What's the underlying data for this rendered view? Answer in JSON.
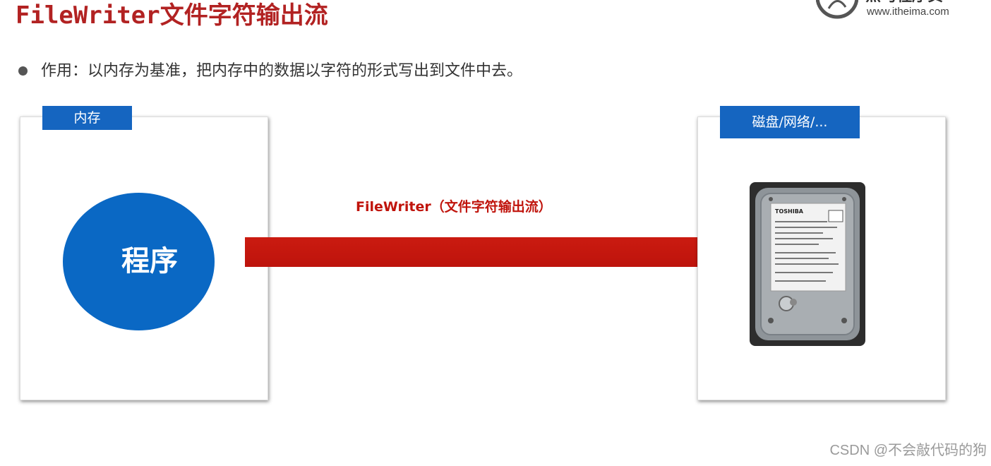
{
  "header": {
    "title": "FileWriter文件字符输出流",
    "logo_name": "黑马程序员",
    "logo_url": "www.itheima.com"
  },
  "bullet": {
    "text": "作用：以内存为基准，把内存中的数据以字符的形式写出到文件中去。"
  },
  "diagram": {
    "left_tag": "内存",
    "program_label": "程序",
    "arrow_label": "FileWriter（文件字符输出流）",
    "right_tag": "磁盘/网络/...",
    "disk_brand": "TOSHIBA"
  },
  "watermark": "CSDN @不会敲代码的狗",
  "colors": {
    "title": "#b22222",
    "tag_blue": "#1565c0",
    "ellipse_blue": "#0a68c4",
    "arrow_red": "#c8140a"
  },
  "icons": {
    "bullet": "bullet-dot",
    "logo": "itheima-logo-mark",
    "disk": "hard-disk-drive-image"
  }
}
